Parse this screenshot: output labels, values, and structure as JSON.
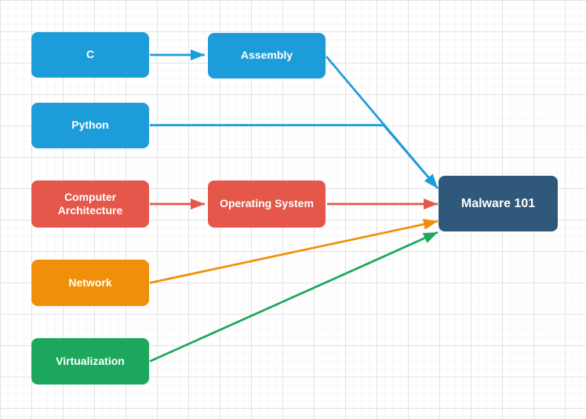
{
  "diagram": {
    "description": "Prerequisite flowchart for Malware 101 course on a grid canvas",
    "nodes": [
      {
        "id": "c",
        "label": "C",
        "color": "#1c9cd9",
        "text_color": "#ffffff"
      },
      {
        "id": "assembly",
        "label": "Assembly",
        "color": "#1c9cd9",
        "text_color": "#ffffff"
      },
      {
        "id": "python",
        "label": "Python",
        "color": "#1c9cd9",
        "text_color": "#ffffff"
      },
      {
        "id": "computer-architecture",
        "label": "Computer Architecture",
        "color": "#e4574a",
        "text_color": "#ffffff"
      },
      {
        "id": "operating-system",
        "label": "Operating System",
        "color": "#e4574a",
        "text_color": "#ffffff"
      },
      {
        "id": "network",
        "label": "Network",
        "color": "#f0900a",
        "text_color": "#ffffff"
      },
      {
        "id": "virtualization",
        "label": "Virtualization",
        "color": "#1ca75c",
        "text_color": "#ffffff"
      },
      {
        "id": "malware-101",
        "label": "Malware 101",
        "color": "#2f587a",
        "text_color": "#ffffff"
      }
    ],
    "edges": [
      {
        "from": "c",
        "to": "assembly",
        "color": "#1c9cd9",
        "style": "arrow"
      },
      {
        "from": "assembly",
        "to": "malware-101",
        "color": "#1c9cd9",
        "style": "arrow"
      },
      {
        "from": "python",
        "to": "malware-101",
        "color": "#1c9cd9",
        "style": "arrow"
      },
      {
        "from": "computer-architecture",
        "to": "operating-system",
        "color": "#e4574a",
        "style": "arrow"
      },
      {
        "from": "operating-system",
        "to": "malware-101",
        "color": "#e4574a",
        "style": "arrow"
      },
      {
        "from": "network",
        "to": "malware-101",
        "color": "#f0900a",
        "style": "arrow"
      },
      {
        "from": "virtualization",
        "to": "malware-101",
        "color": "#1ca75c",
        "style": "arrow"
      }
    ],
    "canvas": {
      "background": "#ffffff",
      "grid_minor_color": "#f7f7f7",
      "grid_major_color": "#e3e3e3"
    }
  }
}
